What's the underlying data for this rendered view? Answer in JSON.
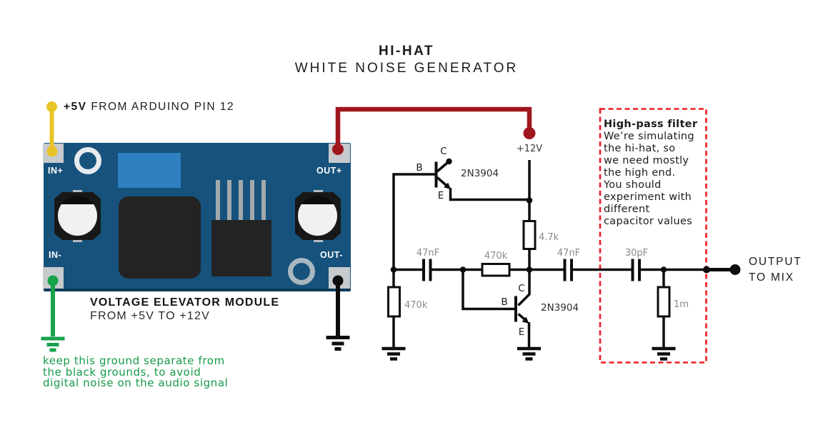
{
  "title": {
    "line1": "HI-HAT",
    "line2": "WHITE NOISE GENERATOR"
  },
  "power_label": {
    "voltage": "+5V",
    "rest": "FROM ARDUINO PIN 12"
  },
  "module": {
    "pads": {
      "in_plus": "IN+",
      "in_minus": "IN-",
      "out_plus": "OUT+",
      "out_minus": "OUT-"
    },
    "caption": {
      "line1": "VOLTAGE ELEVATOR MODULE",
      "line2": "FROM +5V TO +12V"
    }
  },
  "ground_note": {
    "lines": [
      "keep this ground separate from",
      "the black grounds, to avoid",
      "digital noise on the audio signal"
    ]
  },
  "schematic": {
    "supply": "+12V",
    "q1": "2N3904",
    "q2": "2N3904",
    "pin_labels": {
      "b": "B",
      "c": "C",
      "e": "E"
    },
    "r_base": "470k",
    "r_feedback": "470k",
    "r_collector": "4.7k",
    "r_output": "1m",
    "c_in": "47nF",
    "c_mid": "47nF",
    "c_hp": "30pF"
  },
  "highpass": {
    "title": "High-pass filter",
    "lines": [
      "We’re simulating",
      "the hi-hat, so",
      "we need mostly",
      "the high end.",
      "You should",
      "experiment with",
      "different",
      "capacitor values"
    ]
  },
  "output": {
    "line1": "OUTPUT",
    "line2": "TO MIX"
  },
  "colors": {
    "pcb_blue": "#16527c",
    "pcb_edge": "#0d3a58",
    "component_blue": "#2e80c0",
    "pad_gray": "#c7cbce",
    "wire_yellow": "#e9c427",
    "wire_green": "#17a24c",
    "wire_red": "#a0161d",
    "dashed_red": "#ee1b24",
    "schematic_black": "#0d0d0d",
    "value_gray": "#8a8a8a"
  }
}
